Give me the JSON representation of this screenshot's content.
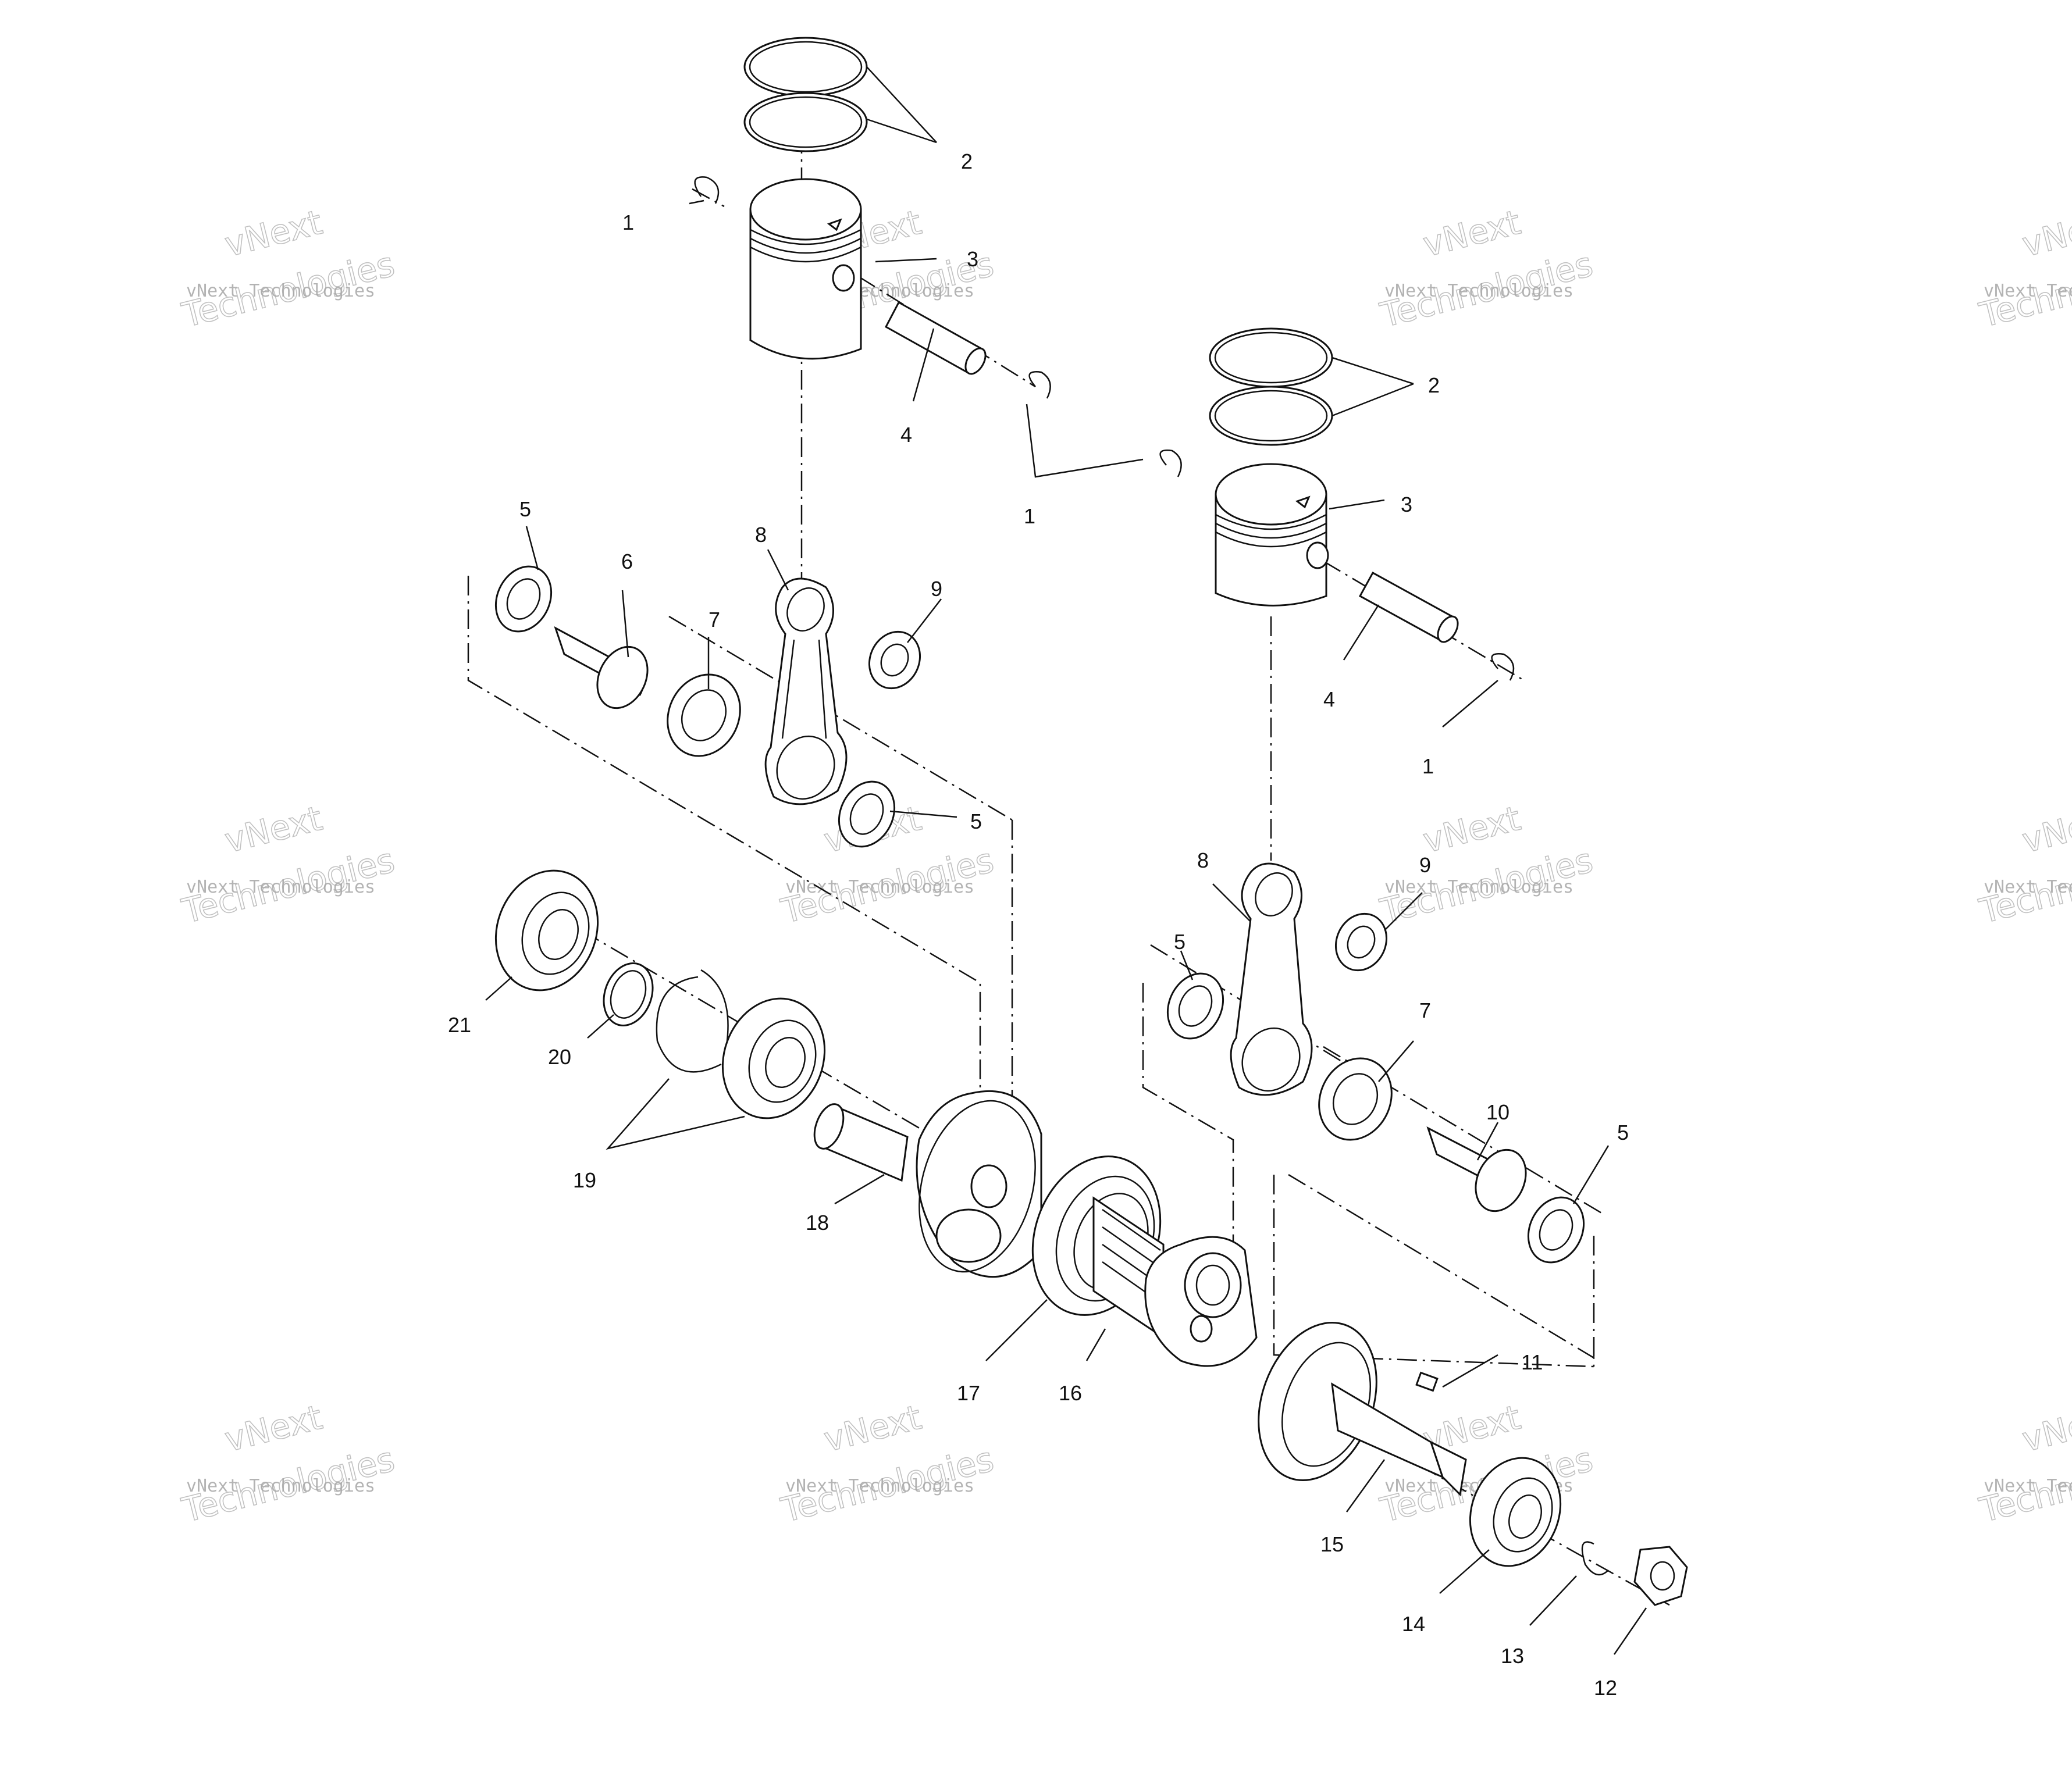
{
  "watermark": {
    "brand": "vNext",
    "line": "vNext Technologies",
    "word": "Technologies"
  },
  "callouts": [
    "1",
    "2",
    "3",
    "4",
    "1",
    "2",
    "3",
    "4",
    "1",
    "5",
    "6",
    "7",
    "8",
    "9",
    "5",
    "8",
    "9",
    "5",
    "7",
    "10",
    "5",
    "11",
    "21",
    "20",
    "19",
    "18",
    "17",
    "16",
    "15",
    "14",
    "13",
    "12"
  ]
}
